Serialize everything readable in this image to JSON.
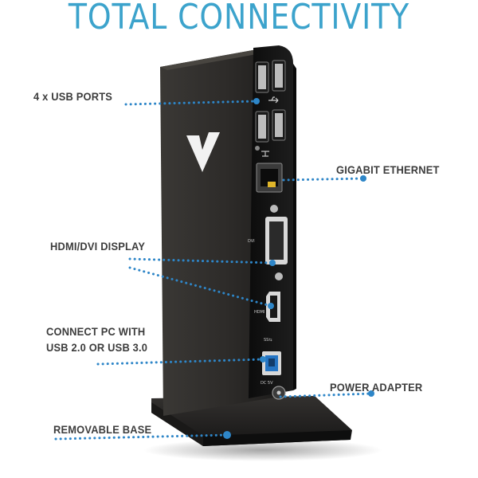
{
  "title": "TOTAL CONNECTIVITY",
  "labels": {
    "usb_ports": "4 x USB PORTS",
    "gigabit_ethernet": "GIGABIT ETHERNET",
    "hdmi_dvi": "HDMI/DVI DISPLAY",
    "connect_pc_line1": "CONNECT PC WITH",
    "connect_pc_line2": "USB 2.0 OR USB 3.0",
    "power_adapter": "POWER ADAPTER",
    "removable_base": "REMOVABLE BASE"
  },
  "port_labels": {
    "dvi": "DVI",
    "hdmi": "HDMI",
    "usb_upstream": "SS⇆",
    "power": "DC 5V"
  },
  "colors": {
    "title": "#3ca3cc",
    "label_text": "#3c3c3c",
    "pointer_dots": "#2e86c8",
    "dock_body": "#2c2a28",
    "dock_panel": "#141414",
    "base": "#201f1e"
  },
  "icons": {
    "brand_logo": "v7-logo",
    "usb_symbol": "usb-icon",
    "network_symbol": "network-icon"
  }
}
